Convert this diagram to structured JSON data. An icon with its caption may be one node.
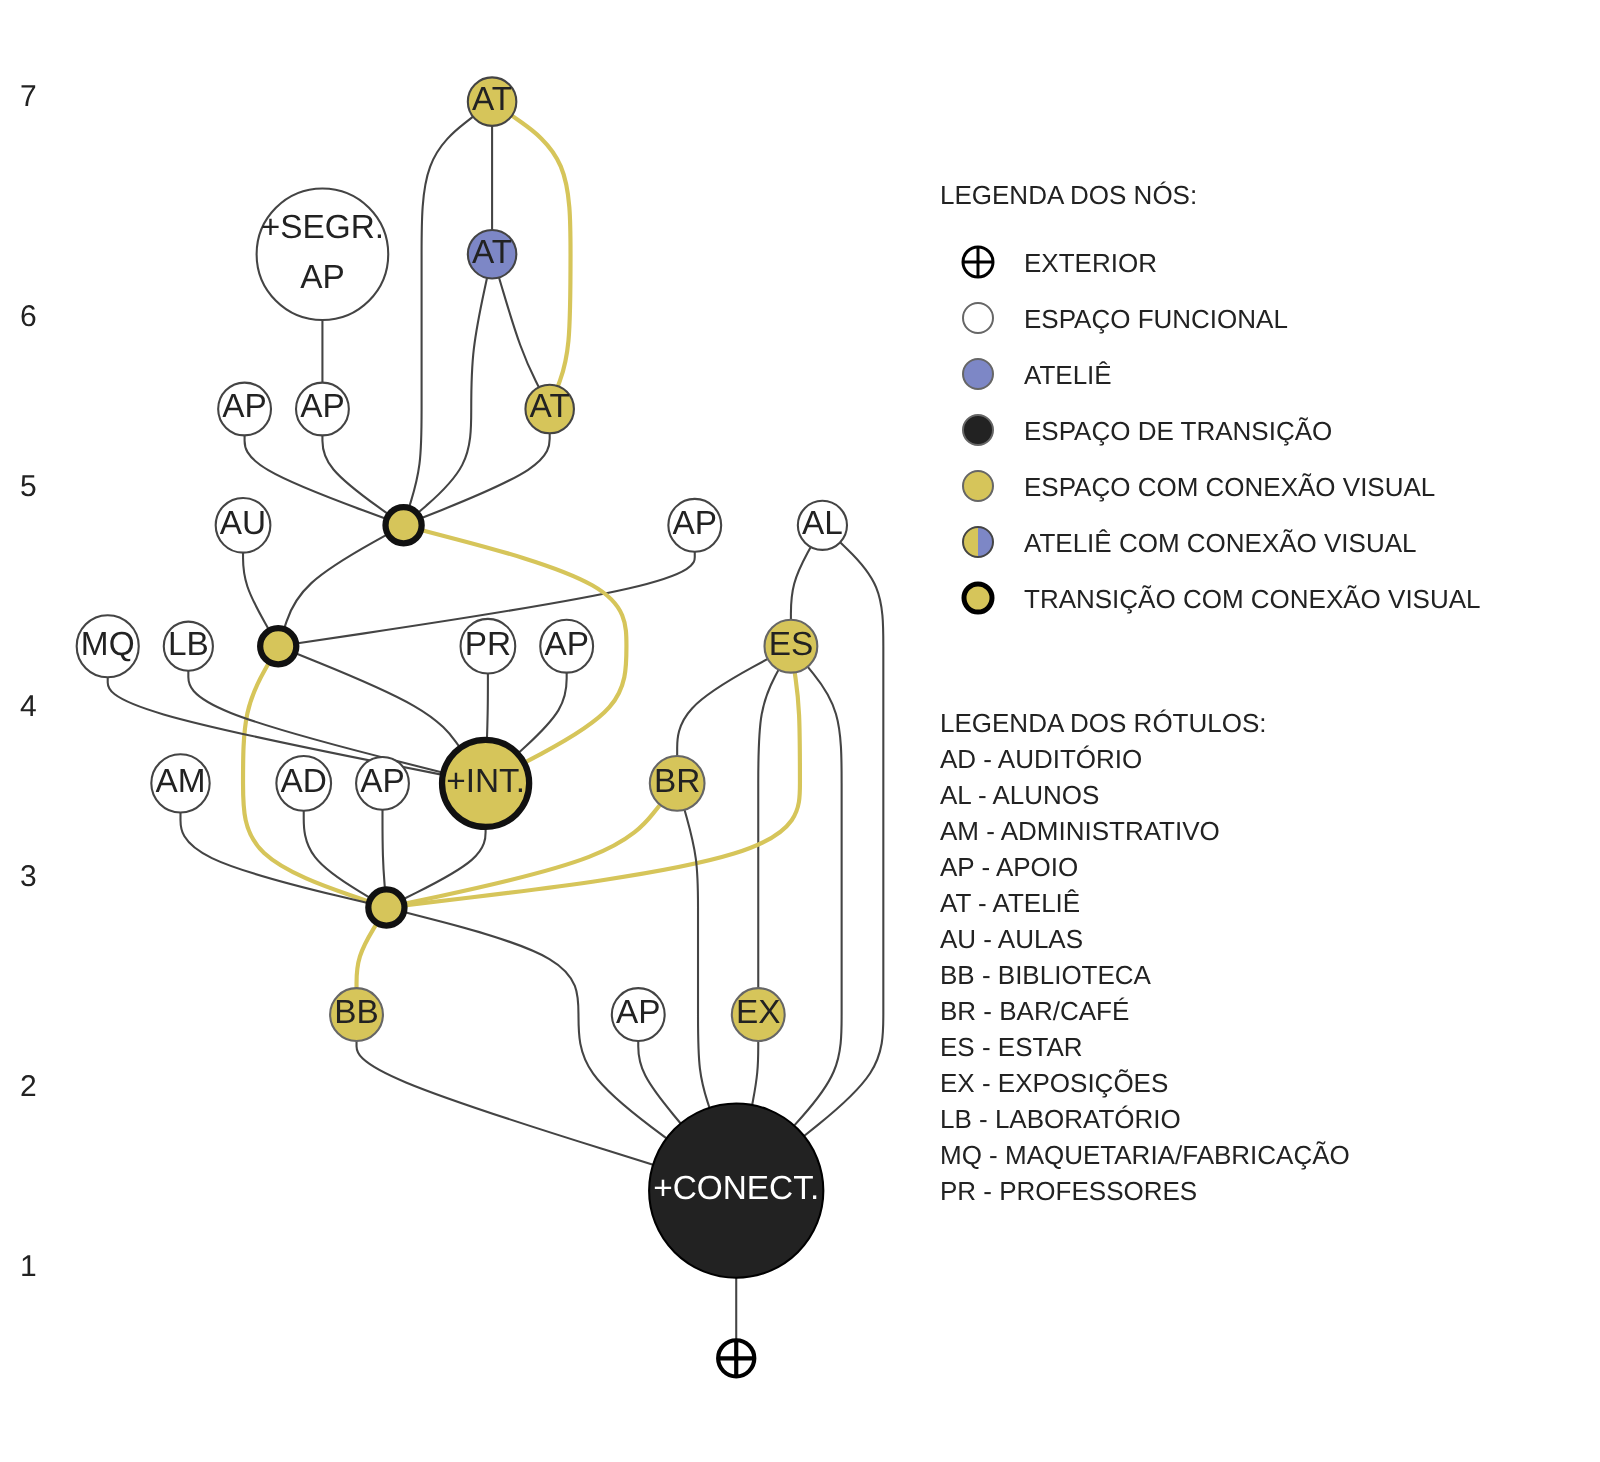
{
  "diagram": {
    "nodes": [
      {
        "text": [
          "+SEGR.",
          "AP"
        ]
      },
      {
        "text": [
          "AP"
        ]
      },
      {
        "text": [
          "AP"
        ]
      },
      {
        "text": [
          "AT"
        ]
      },
      {
        "text": [
          "AT"
        ]
      },
      {
        "text": [
          "AT"
        ]
      },
      {
        "text": [
          "AU"
        ]
      },
      {
        "text": [],
        "shape": "circle"
      },
      {
        "text": [
          "AP"
        ]
      },
      {
        "text": [
          "MQ"
        ]
      },
      {
        "text": [
          "LB"
        ]
      },
      {
        "text": [],
        "shape": "circle"
      },
      {
        "text": [
          "PR"
        ]
      },
      {
        "text": [
          "AP"
        ]
      },
      {
        "text": [
          "AM"
        ]
      },
      {
        "text": [
          "+INT."
        ]
      },
      {
        "text": [
          "AD"
        ]
      },
      {
        "text": [
          "AP"
        ]
      },
      {
        "text": [
          "AL"
        ]
      },
      {
        "text": [
          "ES"
        ]
      },
      {
        "text": [
          "BR"
        ]
      },
      {
        "text": [],
        "shape": "circle"
      },
      {
        "text": [
          "EX"
        ]
      },
      {
        "text": [
          "BB"
        ]
      },
      {
        "text": [
          "AP"
        ]
      },
      {
        "text": [
          "+CONECT."
        ]
      },
      {
        "text": [],
        "shape": "circle"
      }
    ],
    "edges": [
      {
        "from": 0,
        "to": 2,
        "arrow": "none"
      },
      {
        "from": 1,
        "to": 7,
        "arrow": "none"
      },
      {
        "from": 2,
        "to": 7,
        "arrow": "none"
      },
      {
        "from": 3,
        "to": 7,
        "arrow": "none"
      },
      {
        "from": 4,
        "to": 7,
        "arrow": "none"
      },
      {
        "from": 5,
        "to": 7,
        "arrow": "none"
      },
      {
        "from": 3,
        "to": 4,
        "arrow": "none"
      },
      {
        "from": 4,
        "to": 5,
        "arrow": "none"
      },
      {
        "from": 3,
        "to": 5,
        "arrow": "none",
        "color": "#d6c55a"
      },
      {
        "from": 6,
        "to": 11,
        "arrow": "none"
      },
      {
        "from": 7,
        "to": 11,
        "arrow": "none"
      },
      {
        "from": 8,
        "to": 11,
        "arrow": "none"
      },
      {
        "from": 7,
        "to": 15,
        "arrow": "none",
        "color": "#d6c55a"
      },
      {
        "from": 11,
        "to": 21,
        "arrow": "none",
        "color": "#d6c55a"
      },
      {
        "from": 9,
        "to": 15,
        "arrow": "none"
      },
      {
        "from": 10,
        "to": 15,
        "arrow": "none"
      },
      {
        "from": 11,
        "to": 15,
        "arrow": "none"
      },
      {
        "from": 12,
        "to": 15,
        "arrow": "none"
      },
      {
        "from": 13,
        "to": 15,
        "arrow": "none"
      },
      {
        "from": 14,
        "to": 21,
        "arrow": "none"
      },
      {
        "from": 15,
        "to": 21,
        "arrow": "none"
      },
      {
        "from": 16,
        "to": 21,
        "arrow": "none"
      },
      {
        "from": 17,
        "to": 21,
        "arrow": "none"
      },
      {
        "from": 18,
        "to": 19,
        "arrow": "none"
      },
      {
        "from": 19,
        "to": 20,
        "arrow": "none"
      },
      {
        "from": 19,
        "to": 22,
        "arrow": "none"
      },
      {
        "from": 19,
        "to": 21,
        "arrow": "none",
        "color": "#d6c55a"
      },
      {
        "from": 20,
        "to": 21,
        "arrow": "none",
        "color": "#d6c55a"
      },
      {
        "from": 21,
        "to": 23,
        "arrow": "none",
        "color": "#d6c55a"
      },
      {
        "from": 18,
        "to": 25,
        "arrow": "none"
      },
      {
        "from": 19,
        "to": 25,
        "arrow": "none"
      },
      {
        "from": 20,
        "to": 25,
        "arrow": "none"
      },
      {
        "from": 21,
        "to": 25,
        "arrow": "none"
      },
      {
        "from": 22,
        "to": 25,
        "arrow": "none"
      },
      {
        "from": 23,
        "to": 25,
        "arrow": "none"
      },
      {
        "from": 24,
        "to": 25,
        "arrow": "none"
      },
      {
        "from": 25,
        "to": 26,
        "arrow": "none"
      }
    ],
    "labels": [
      "7",
      "6",
      "5",
      "4",
      "3",
      "2",
      "1",
      "LEGENDA DOS NÓS:",
      "LEGENDA DOS RÓTULOS:",
      "AD - AUDITÓRIO",
      "AL - ALUNOS",
      "AM - ADMINISTRATIVO",
      "AP - APOIO",
      "AT - ATELIÊ",
      "AU - AULAS",
      "BB - BIBLIOTECA",
      "BR - BAR/CAFÉ",
      "ES - ESTAR",
      "EX - EXPOSIÇÕES",
      "LB - LABORATÓRIO",
      "MQ - MAQUETARIA/FABRICAÇÃO",
      "PR - PROFESSORES"
    ],
    "legend": [
      {
        "text": "EXTERIOR"
      },
      {
        "text": "ESPAÇO FUNCIONAL",
        "color": "#ffffff"
      },
      {
        "text": "ATELIÊ",
        "color": "#7d87c6"
      },
      {
        "text": "ESPAÇO DE TRANSIÇÃO",
        "color": "#222222"
      },
      {
        "text": "ESPAÇO COM CONEXÃO VISUAL",
        "color": "#d6c55a"
      },
      {
        "text": "ATELIÊ COM CONEXÃO VISUAL"
      },
      {
        "text": "TRANSIÇÃO COM CONEXÃO VISUAL",
        "color": "#d6c55a"
      }
    ]
  }
}
